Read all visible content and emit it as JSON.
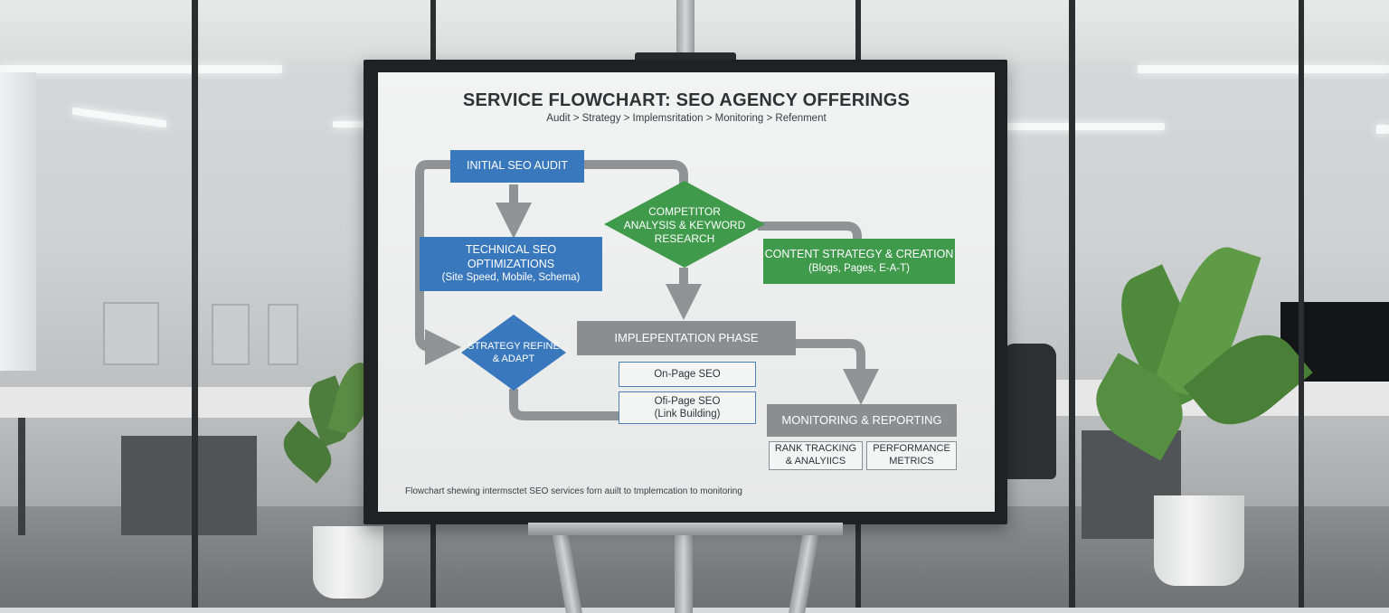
{
  "flowchart": {
    "title": "SERVICE FLOWCHART: SEO AGENCY OFFERINGS",
    "subtitle": "Audit > Strategy > Implemsritation > Monitoring > Refenment",
    "nodes": {
      "initial_audit": "INITIAL SEO AUDIT",
      "technical_line1": "TECHNICAL SEO",
      "technical_line2": "OPTIMIZATIONS",
      "technical_line3": "(Site Speed, Mobile, Schema)",
      "competitor_line1": "COMPETITOR",
      "competitor_line2": "ANALYSIS & KEYWORD",
      "competitor_line3": "RESEARCH",
      "content_line1": "CONTENT STRATEGY & CREATION",
      "content_line2": "(Blogs, Pages, E-A-T)",
      "strategy_line1": "STRATEGY REFINE",
      "strategy_line2": "& ADAPT",
      "implementation": "IMPLEPENTATION PHASE",
      "onpage": "On-Page SEO",
      "offpage_line1": "Ofi-Page SEO",
      "offpage_line2": "(Link Building)",
      "monitoring": "MONITORING & REPORTING",
      "rank_line1": "RANK TRACKING",
      "rank_line2": "& ANALYIICS",
      "performance_line1": "PERFORMANCE",
      "performance_line2": "METRICS"
    },
    "caption": "Flowchart shewing intermsctet SEO services forn auilt to tmplemcation to monitoring",
    "colors": {
      "blue": "#3a78bd",
      "green": "#3f9a4b",
      "gray": "#8a8e90",
      "arrow": "#8f9395"
    }
  }
}
